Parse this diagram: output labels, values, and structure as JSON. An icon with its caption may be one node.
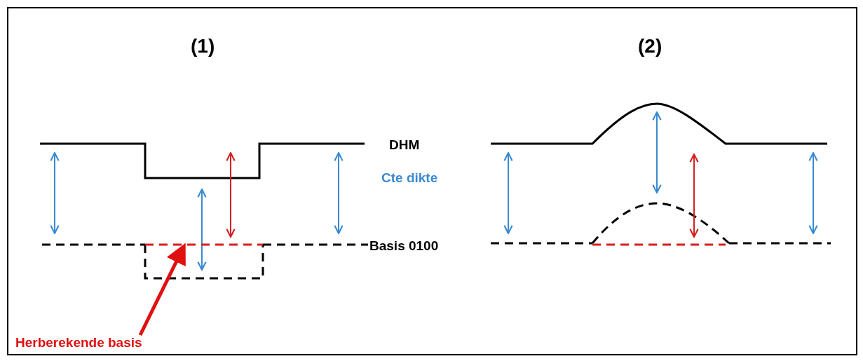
{
  "diagram": {
    "nodes": [
      {
        "text": [
          "Herberekende basis"
        ]
      },
      {
        "text": [],
        "shape": "line"
      }
    ],
    "edges": [
      {
        "from": 0,
        "to": 1,
        "arrow": "to"
      }
    ],
    "labels": [
      "(1)",
      "(2)",
      "DHM",
      "Cte dikte",
      "Basis 0100"
    ]
  }
}
